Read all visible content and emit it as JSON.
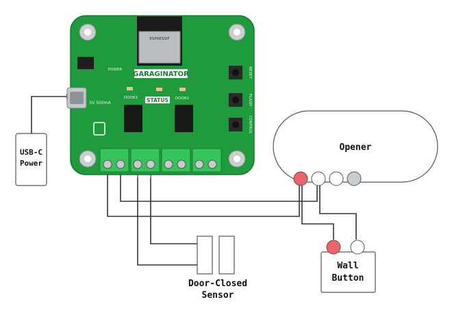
{
  "power_box": {
    "label_line1": "USB-C",
    "label_line2": "Power"
  },
  "opener": {
    "label": "Opener"
  },
  "wall_button": {
    "label_line1": "Wall",
    "label_line2": "Button"
  },
  "door_sensor": {
    "label_line1": "Door-Closed",
    "label_line2": "Sensor"
  },
  "board": {
    "title": "GARAGINATOR",
    "status_label": "STATUS",
    "power_label": "POWER",
    "module_label": "ESPRESSIF",
    "rating_label": "5V 500mA",
    "door1_label": "DOOR1",
    "door2_label": "DOOR2",
    "reset_label": "RESET",
    "flash_label": "FLASH",
    "control_label": "CONTROL",
    "terminal_labels": [
      "DOOR1",
      "SENSOR1",
      "DOOR2",
      "SENSOR2"
    ]
  },
  "colors": {
    "pcb": "#1f9a3c",
    "terminal": "#35c45a",
    "wire": "#333333",
    "terminal_red": "#f0626a",
    "terminal_grey": "#c9cdd3"
  }
}
